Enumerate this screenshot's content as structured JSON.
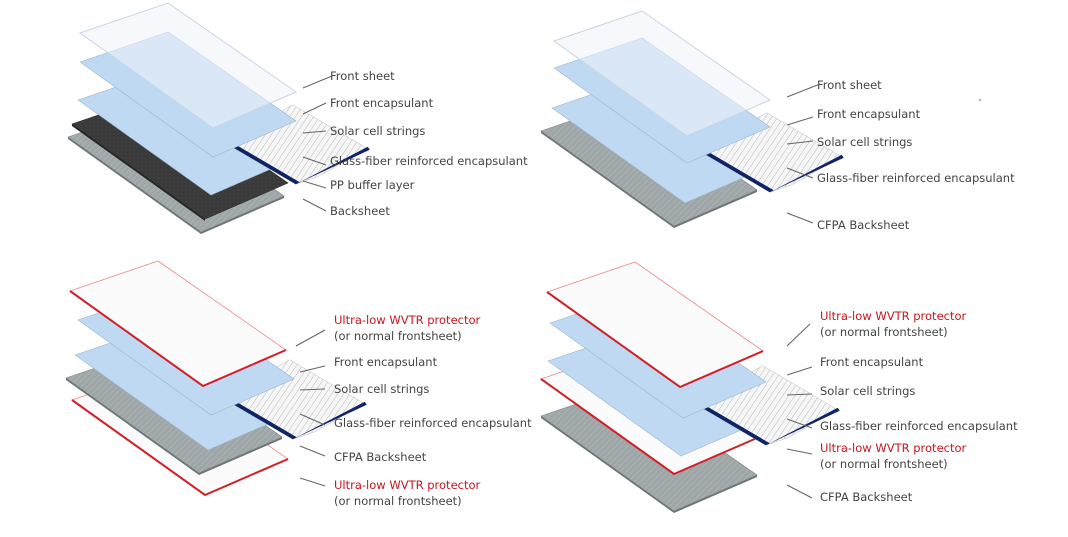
{
  "title": "Exploded PV module layer stack variants",
  "colors": {
    "front_sheet": "#eef2f8",
    "encapsulant": "#bfd9f3",
    "cell_white": "#f6f6f6",
    "cell_line": "#a9a9a9",
    "busbar": "#0f2466",
    "pp_buffer": "#3a3a3a",
    "backsheet": "#9ea6a8",
    "protector_fill": "#fbfbfb",
    "protector_edge": "#d21f26",
    "label_text": "#444444",
    "label_red": "#c8161d"
  },
  "panels": [
    {
      "id": "top-left",
      "layers": [
        {
          "type": "backsheet",
          "label": ""
        },
        {
          "type": "pp_buffer",
          "label": ""
        },
        {
          "type": "encapsulant",
          "label": ""
        },
        {
          "type": "cells",
          "label": ""
        },
        {
          "type": "encapsulant",
          "label": ""
        },
        {
          "type": "front_sheet",
          "label": ""
        }
      ],
      "labels": [
        {
          "lines": [
            "Front sheet"
          ],
          "red": false
        },
        {
          "lines": [
            "Front encapsulant"
          ],
          "red": false
        },
        {
          "lines": [
            "Solar cell strings"
          ],
          "red": false
        },
        {
          "lines": [
            "Glass-fiber reinforced encapsulant"
          ],
          "red": false
        },
        {
          "lines": [
            "PP buffer layer"
          ],
          "red": false
        },
        {
          "lines": [
            "Backsheet"
          ],
          "red": false
        }
      ]
    },
    {
      "id": "top-right",
      "labels": [
        {
          "lines": [
            "Front sheet"
          ],
          "red": false
        },
        {
          "lines": [
            "Front encapsulant"
          ],
          "red": false
        },
        {
          "lines": [
            "Solar cell strings"
          ],
          "red": false
        },
        {
          "lines": [
            "Glass-fiber reinforced encapsulant"
          ],
          "red": false
        },
        {
          "lines": [
            "CFPA Backsheet"
          ],
          "red": false
        }
      ]
    },
    {
      "id": "bottom-left",
      "labels": [
        {
          "lines": [
            "Ultra-low WVTR protector",
            "(or normal frontsheet)"
          ],
          "red": true
        },
        {
          "lines": [
            "Front encapsulant"
          ],
          "red": false
        },
        {
          "lines": [
            "Solar cell strings"
          ],
          "red": false
        },
        {
          "lines": [
            "Glass-fiber reinforced encapsulant"
          ],
          "red": false
        },
        {
          "lines": [
            "CFPA Backsheet"
          ],
          "red": false
        },
        {
          "lines": [
            "Ultra-low WVTR protector",
            "(or normal frontsheet)"
          ],
          "red": true
        }
      ]
    },
    {
      "id": "bottom-right",
      "labels": [
        {
          "lines": [
            "Ultra-low WVTR protector",
            "(or normal frontsheet)"
          ],
          "red": true
        },
        {
          "lines": [
            "Front encapsulant"
          ],
          "red": false
        },
        {
          "lines": [
            "Solar cell strings"
          ],
          "red": false
        },
        {
          "lines": [
            "Glass-fiber reinforced encapsulant"
          ],
          "red": false
        },
        {
          "lines": [
            "Ultra-low WVTR protector",
            "(or normal frontsheet)"
          ],
          "red": true
        },
        {
          "lines": [
            "CFPA Backsheet"
          ],
          "red": false
        }
      ]
    }
  ]
}
